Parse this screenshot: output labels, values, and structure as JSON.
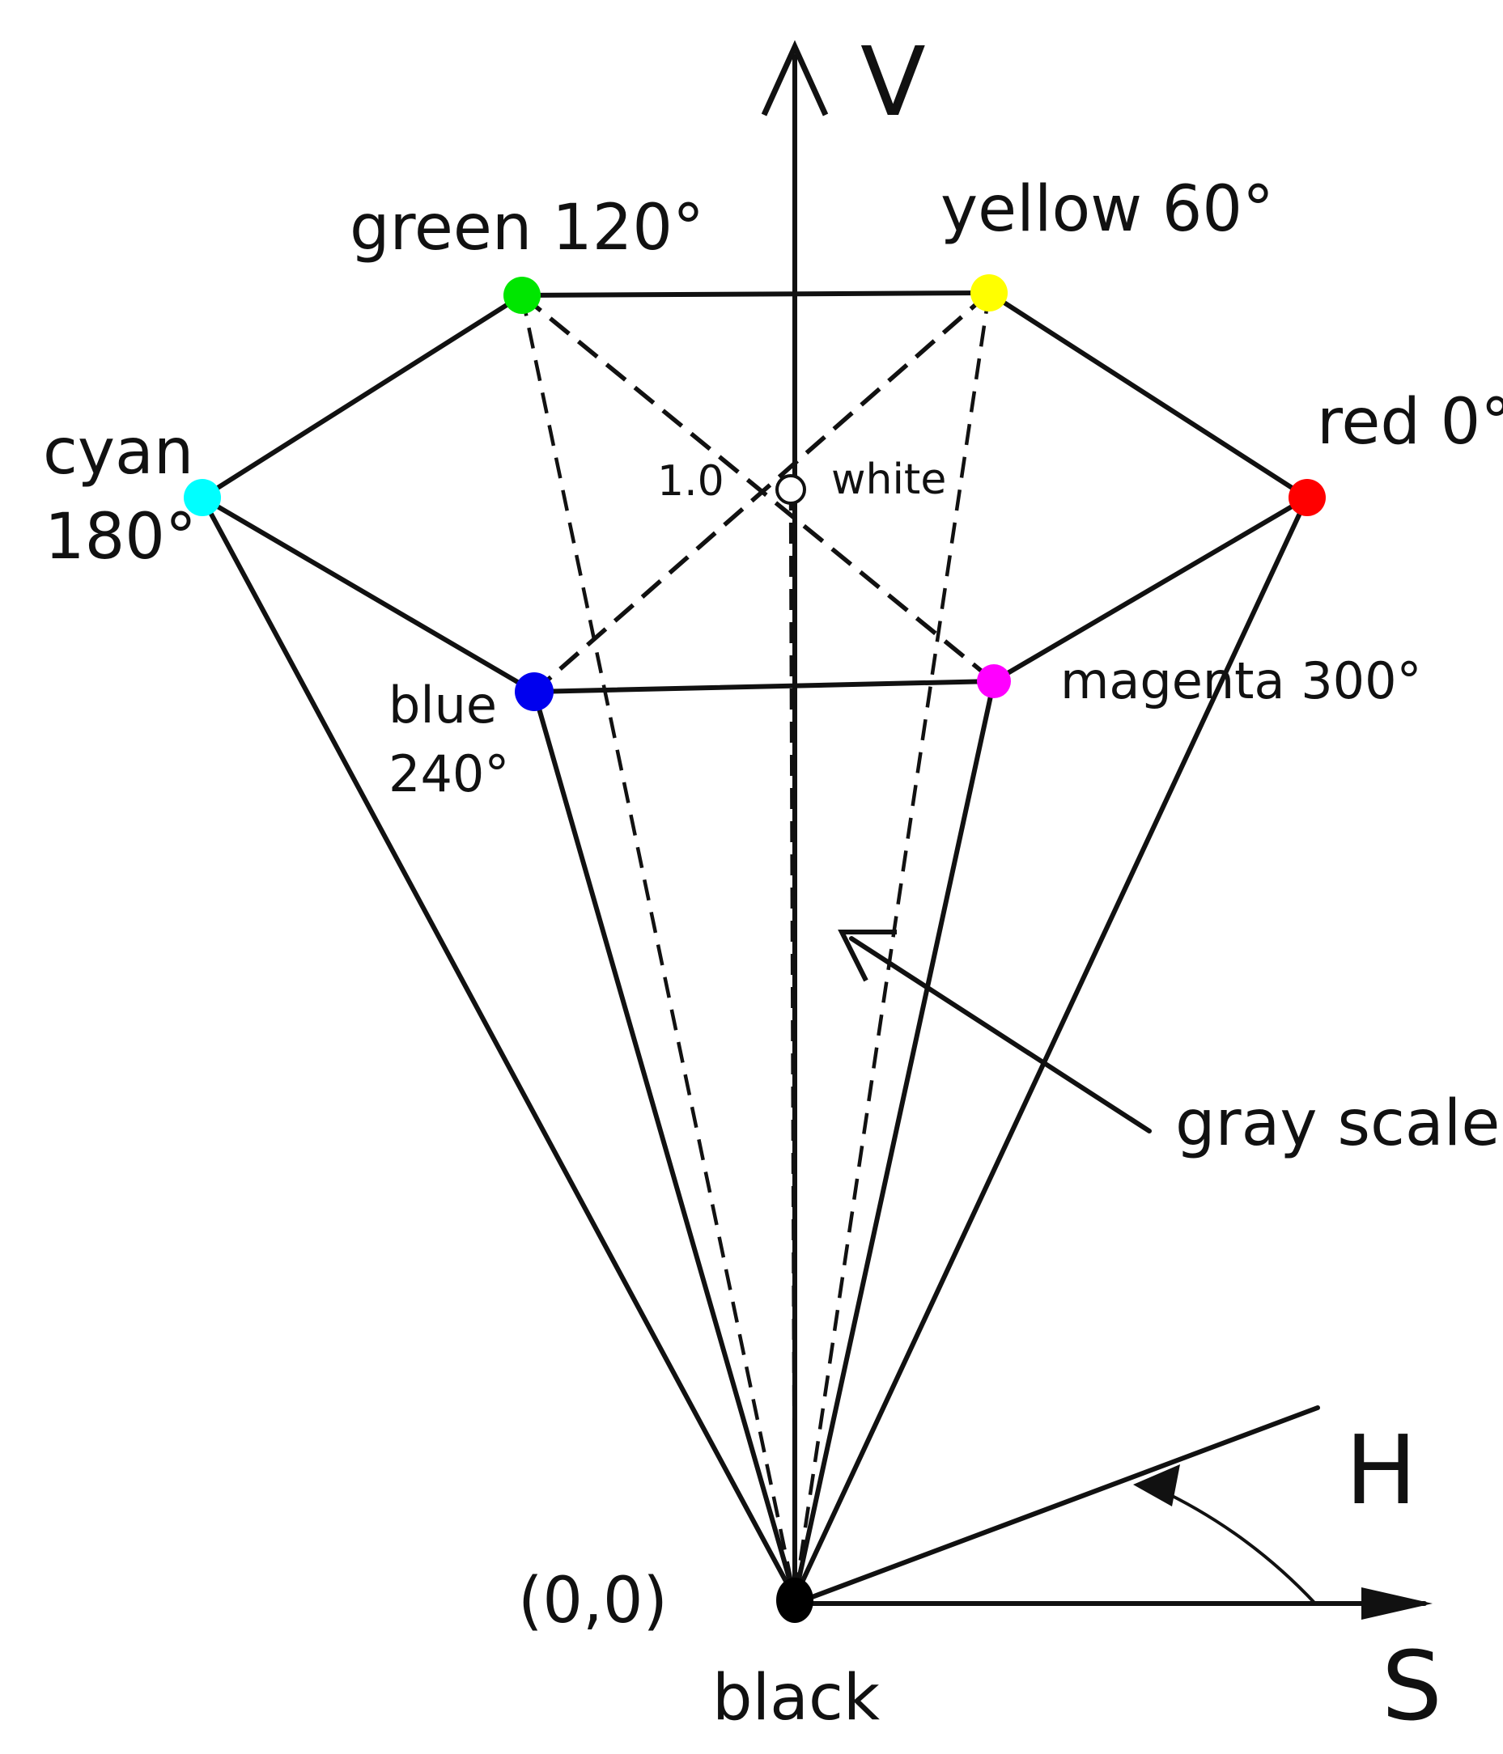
{
  "axes": {
    "v_label": "V",
    "h_label": "H",
    "s_label": "S"
  },
  "vertices": {
    "red": {
      "label": "red 0°",
      "color": "#ff0000"
    },
    "yellow": {
      "label": "yellow 60°",
      "color": "#ffff00"
    },
    "green": {
      "label": "green 120°",
      "color": "#00e600"
    },
    "cyan": {
      "label_line1": "cyan",
      "label_line2": "180°",
      "color": "#00ffff"
    },
    "blue": {
      "label_line1": "blue",
      "label_line2": "240°",
      "color": "#0000ee"
    },
    "magenta": {
      "label": "magenta 300°",
      "color": "#ff00ff"
    }
  },
  "center": {
    "value_label": "1.0",
    "white_label": "white"
  },
  "apex": {
    "origin_label": "(0,0)",
    "black_label": "black"
  },
  "annotation": {
    "gray_scale_label": "gray scale"
  }
}
